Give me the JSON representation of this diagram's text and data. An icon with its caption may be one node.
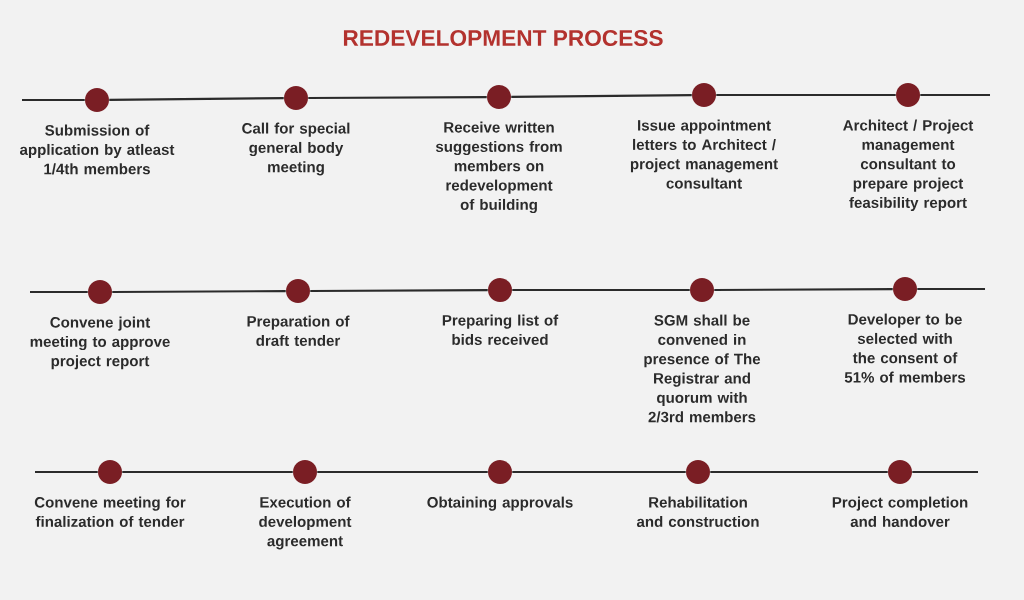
{
  "diagram": {
    "title": "REDEVELOPMENT PROCESS",
    "nodes": [
      {
        "text": [
          "Submission of application by atleast 1/4th members"
        ]
      },
      {
        "text": [
          "Call for special general body meeting"
        ]
      },
      {
        "text": [
          "Receive written suggestions from members on redevelopment of building"
        ]
      },
      {
        "text": [
          "Issue appointment letters to Architect / project management consultant"
        ]
      },
      {
        "text": [
          "Architect / Project management consultant to prepare project feasibility report"
        ]
      },
      {
        "text": [
          "Convene joint meeting to approve project report"
        ]
      },
      {
        "text": [
          "Preparation of draft tender"
        ]
      },
      {
        "text": [
          "Preparing list of bids received"
        ]
      },
      {
        "text": [
          "SGM shall be convened in presence of The Registrar and quorum with 2/3rd members"
        ]
      },
      {
        "text": [
          "Developer to be selected with the consent of 51% of members"
        ]
      },
      {
        "text": [
          "Convene meeting for finalization of tender"
        ]
      },
      {
        "text": [
          "Execution of development agreement"
        ]
      },
      {
        "text": [
          "Obtaining approvals"
        ]
      },
      {
        "text": [
          "Rehabilitation and construction"
        ]
      },
      {
        "text": [
          "Project completion and handover"
        ]
      }
    ],
    "edges": [
      {
        "from": null,
        "to": 0,
        "arrow": "none"
      },
      {
        "from": 0,
        "to": 1,
        "arrow": "none"
      },
      {
        "from": 1,
        "to": 2,
        "arrow": "none"
      },
      {
        "from": 2,
        "to": 3,
        "arrow": "none"
      },
      {
        "from": 3,
        "to": 4,
        "arrow": "none"
      },
      {
        "from": 4,
        "to": null,
        "arrow": "none"
      },
      {
        "from": null,
        "to": 5,
        "arrow": "none"
      },
      {
        "from": 5,
        "to": 6,
        "arrow": "none"
      },
      {
        "from": 6,
        "to": 7,
        "arrow": "none"
      },
      {
        "from": 7,
        "to": 8,
        "arrow": "none"
      },
      {
        "from": 8,
        "to": 9,
        "arrow": "none"
      },
      {
        "from": 9,
        "to": null,
        "arrow": "none"
      },
      {
        "from": null,
        "to": 10,
        "arrow": "none"
      },
      {
        "from": 10,
        "to": 11,
        "arrow": "none"
      },
      {
        "from": 11,
        "to": 12,
        "arrow": "none"
      },
      {
        "from": 12,
        "to": 13,
        "arrow": "none"
      },
      {
        "from": 13,
        "to": 14,
        "arrow": "none"
      },
      {
        "from": 14,
        "to": null,
        "arrow": "none"
      }
    ]
  }
}
